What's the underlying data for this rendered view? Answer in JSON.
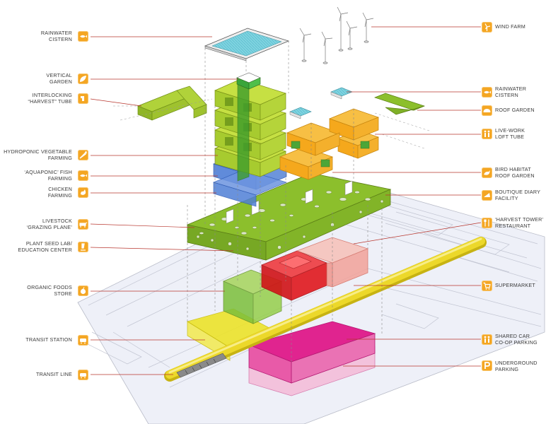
{
  "colors": {
    "accent": "#f4a623",
    "leader": "#b8362e",
    "green": "#8cc63f",
    "lime": "#c6e043",
    "blue": "#4f7fd6",
    "orange": "#f5a81c",
    "red": "#e0181e",
    "salmon": "#f2a29a",
    "magenta": "#e0248f",
    "pink": "#f0b7d6",
    "yellow": "#ece32a",
    "cyan": "#bfe9ef"
  },
  "left_labels": [
    {
      "id": "rainwater-cistern-top",
      "text": "RAINWATER\nCISTERN",
      "icon": "fish-icon"
    },
    {
      "id": "vertical-garden",
      "text": "VERTICAL\nGARDEN",
      "icon": "leaf-icon"
    },
    {
      "id": "harvest-tube",
      "text": "INTERLOCKING\n“HARVEST” TUBE",
      "icon": "tube-icon"
    },
    {
      "id": "hydroponic",
      "text": "HYDROPONIC VEGETABLE\nFARMING",
      "icon": "carrot-icon"
    },
    {
      "id": "aquaponic",
      "text": "‘AQUAPONIC’ FISH\nFARMING",
      "icon": "fish-icon"
    },
    {
      "id": "chicken",
      "text": "CHICKEN\nFARMING",
      "icon": "chicken-icon"
    },
    {
      "id": "livestock",
      "text": "LIVESTOCK\n‘GRAZING PLANE’",
      "icon": "cow-icon"
    },
    {
      "id": "seed-lab",
      "text": "PLANT SEED LAB/\nEDUCATION CENTER",
      "icon": "microscope-icon"
    },
    {
      "id": "organic-store",
      "text": "ORGANIC FOODS\nSTORE",
      "icon": "apple-icon"
    },
    {
      "id": "transit-station",
      "text": "TRANSIT STATION",
      "icon": "train-icon"
    },
    {
      "id": "transit-line",
      "text": "TRANSIT LINE",
      "icon": "train-icon"
    }
  ],
  "right_labels": [
    {
      "id": "wind-farm",
      "text": "WIND FARM",
      "icon": "wind-turbine-icon"
    },
    {
      "id": "rainwater-cistern-right",
      "text": "RAINWATER\nCISTERN",
      "icon": "fish-icon"
    },
    {
      "id": "roof-garden",
      "text": "ROOF GARDEN",
      "icon": "bread-icon"
    },
    {
      "id": "live-work",
      "text": "LIVE-WORK\nLOFT TUBE",
      "icon": "people-icon"
    },
    {
      "id": "bird-habitat",
      "text": "BIRD HABITAT\nROOF GARDEN",
      "icon": "bird-icon"
    },
    {
      "id": "boutique-dairy",
      "text": "BOUTIQUE DIARY\nFACILITY",
      "icon": "cheese-icon"
    },
    {
      "id": "harvest-restaurant",
      "text": "‘HARVEST TOWER’\nRESTAURANT",
      "icon": "fork-knife-icon"
    },
    {
      "id": "supermarket",
      "text": "SUPERMARKET",
      "icon": "cart-icon"
    },
    {
      "id": "shared-car",
      "text": "SHARED CAR\nCO-OP PARKING",
      "icon": "people-icon"
    },
    {
      "id": "underground-parking",
      "text": "UNDERGROUND\nPARKING",
      "icon": "parking-icon"
    }
  ]
}
